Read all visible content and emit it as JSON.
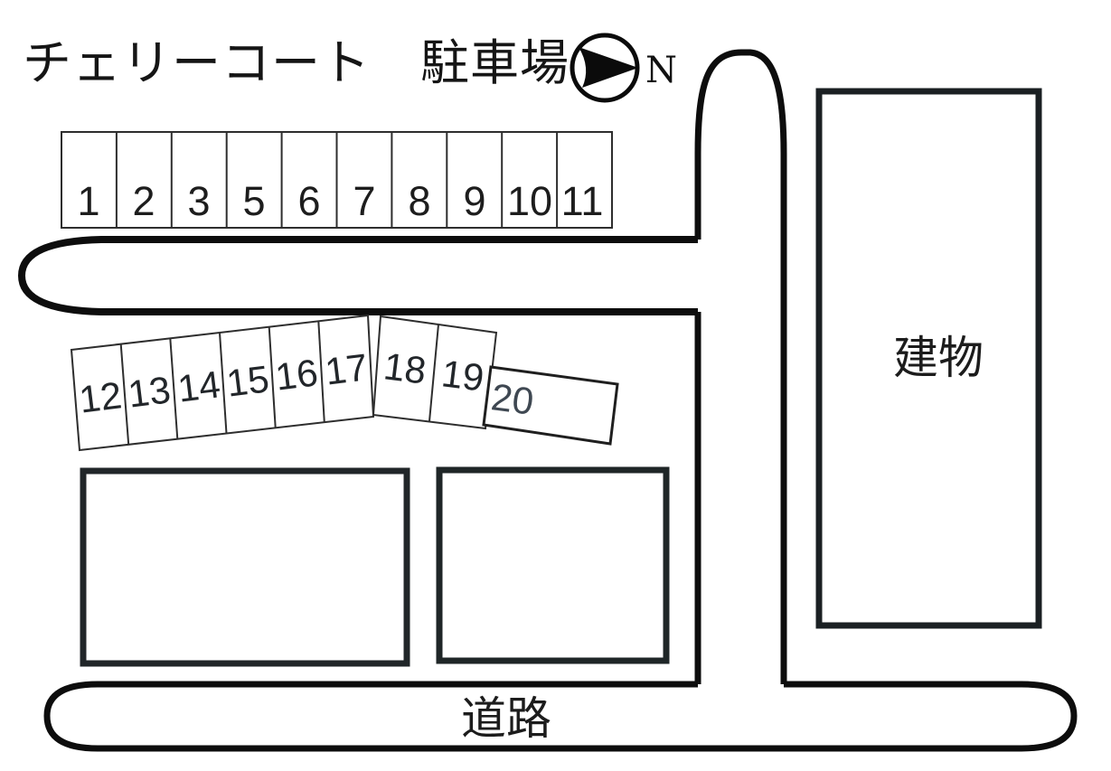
{
  "title": "チェリーコート　駐車場",
  "compass": {
    "label": "N"
  },
  "building": {
    "label": "建物"
  },
  "bottom_road": {
    "label": "道路"
  },
  "parking": {
    "row1": [
      "1",
      "2",
      "3",
      "5",
      "6",
      "7",
      "8",
      "9",
      "10",
      "11"
    ],
    "row2": [
      "12",
      "13",
      "14",
      "15",
      "16",
      "17"
    ],
    "row3": [
      "18",
      "19"
    ],
    "row4": [
      "20"
    ]
  },
  "colors": {
    "background": "#ffffff",
    "road_line": "#0d0d0d",
    "thin_line": "#2e2e2e",
    "left_block_border": "#212629",
    "right_block_border": "#1f2627",
    "building_border": "#1b2023",
    "text": "#1a1a1a",
    "space20_text": "#3f4852"
  }
}
